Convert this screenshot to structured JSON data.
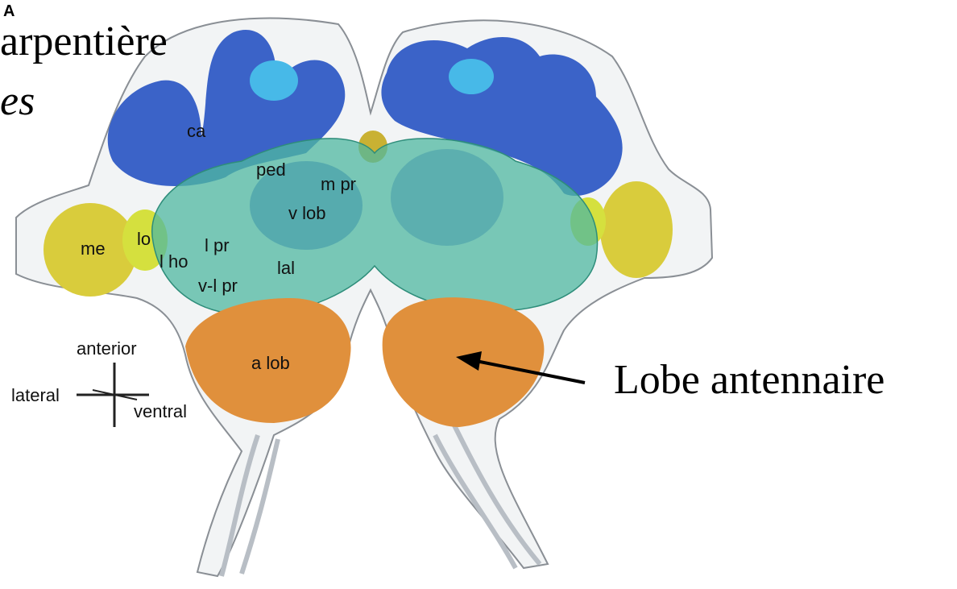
{
  "panel_letter": "A",
  "overlay_title": {
    "line1": "arpentière",
    "line2": "es"
  },
  "callout": {
    "text": "Lobe antennaire"
  },
  "bottom_caption": "",
  "orientation": {
    "anterior": "anterior",
    "lateral": "lateral",
    "ventral": "ventral"
  },
  "regions": {
    "ca": "ca",
    "ped": "ped",
    "m_pr": "m pr",
    "v_lob": "v lob",
    "me": "me",
    "lo": "lo",
    "l_ho": "l ho",
    "l_pr": "l pr",
    "lal": "lal",
    "vl_pr": "v-l pr",
    "a_lob": "a lob"
  },
  "colors": {
    "calyx": "#3b63c8",
    "calyx_light": "#47b9e8",
    "optic": "#d9cc3c",
    "central_complex": "#4fb8a0",
    "antennal_lobe": "#e0903c",
    "shell": "#e9ecef",
    "shell_stroke": "#8a8f95"
  }
}
